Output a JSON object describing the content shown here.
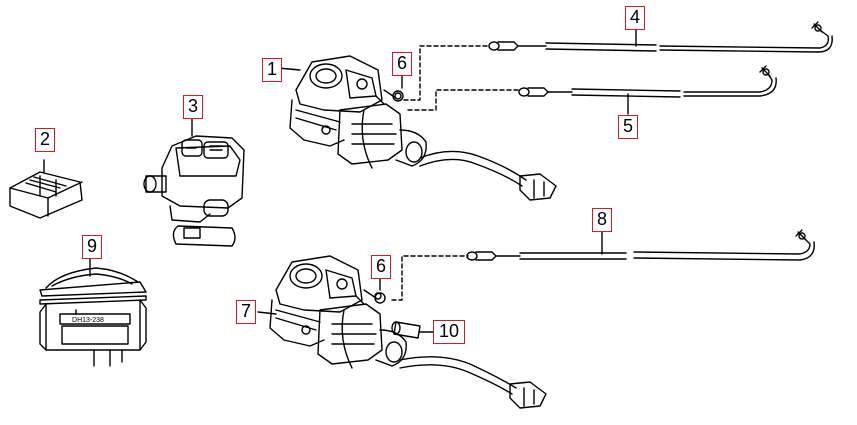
{
  "callouts": {
    "c1": "1",
    "c2": "2",
    "c3": "3",
    "c4": "4",
    "c5": "5",
    "c6a": "6",
    "c6b": "6",
    "c7": "7",
    "c8": "8",
    "c9": "9",
    "c10": "10"
  },
  "switch_marking": "DH13-238",
  "colors": {
    "callout_border": "#c8202a",
    "line": "#000000",
    "background": "#ffffff"
  }
}
